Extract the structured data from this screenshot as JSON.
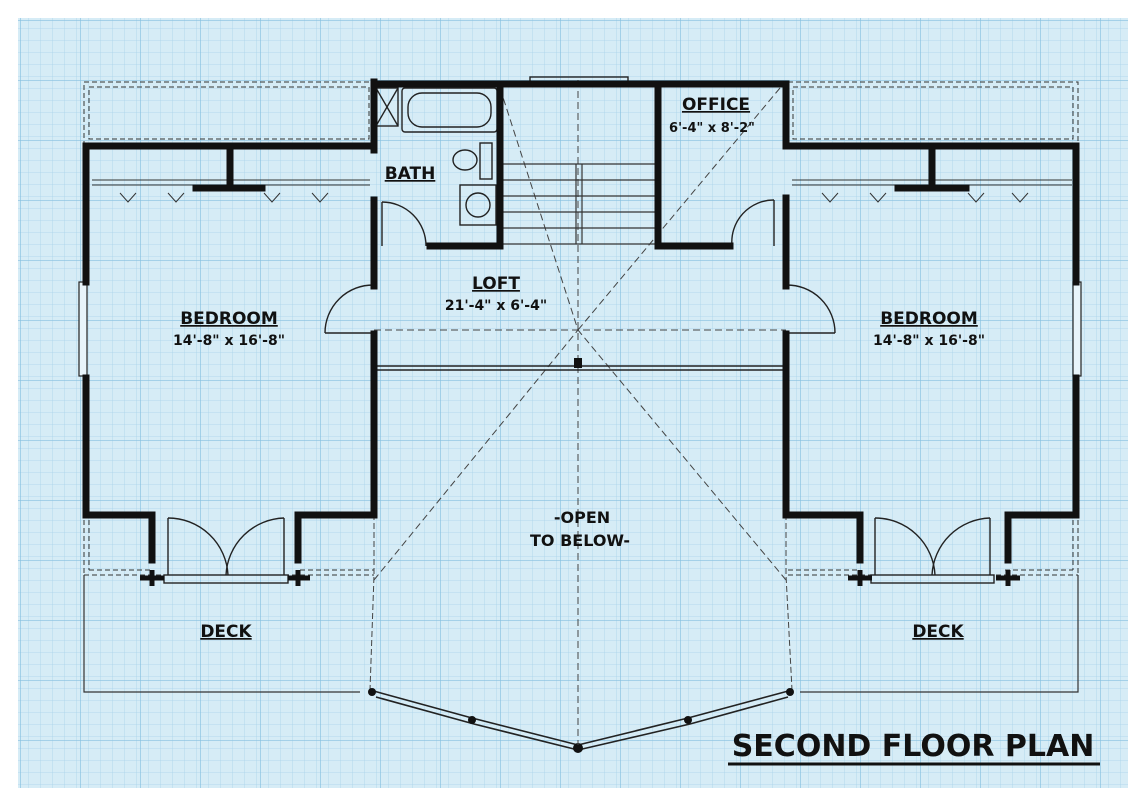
{
  "plan": {
    "title": "SECOND FLOOR PLAN",
    "rooms": {
      "bedroom_left": {
        "name": "BEDROOM",
        "size": "14'-8\" x 16'-8\""
      },
      "bedroom_right": {
        "name": "BEDROOM",
        "size": "14'-8\" x 16'-8\""
      },
      "office": {
        "name": "OFFICE",
        "size": "6'-4\" x 8'-2\""
      },
      "bath": {
        "name": "BATH"
      },
      "loft": {
        "name": "LOFT",
        "size": "21'-4\" x 6'-4\""
      },
      "open_below": {
        "line1": "-OPEN",
        "line2": "TO BELOW-"
      },
      "deck_left": {
        "name": "DECK"
      },
      "deck_right": {
        "name": "DECK"
      }
    },
    "colors": {
      "paper": "#d6ecf6",
      "grid_minor": "#a9d3ea",
      "grid_major": "#86c0e0",
      "wall": "#111111"
    }
  }
}
